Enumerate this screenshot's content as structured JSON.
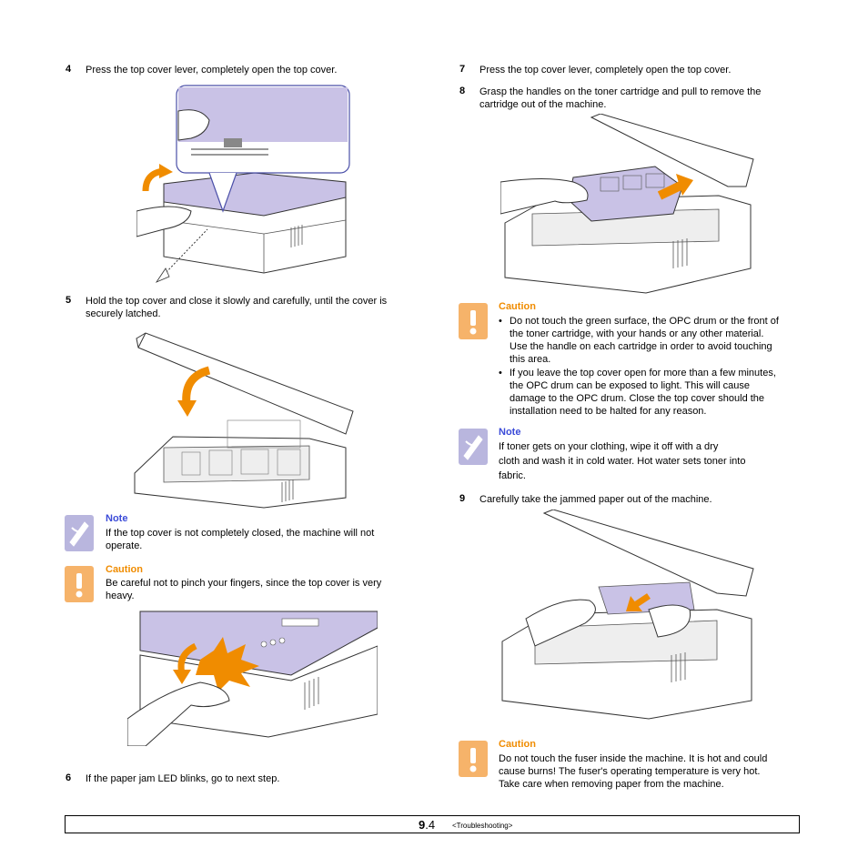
{
  "steps": {
    "s4": {
      "num": "4",
      "text": "Press the top cover lever, completely open the top cover."
    },
    "s5": {
      "num": "5",
      "line1": "Hold the top cover and close it slowly and carefully, until the cover is",
      "line2": "securely latched."
    },
    "s6": {
      "num": "6",
      "text": "If the paper jam LED blinks, go to next step."
    },
    "s7": {
      "num": "7",
      "text": "Press the top cover lever, completely open the top cover."
    },
    "s8": {
      "num": "8",
      "line1": "Grasp the handles on the toner cartridge and pull to remove the",
      "line2": "cartridge out of the machine."
    },
    "s9": {
      "num": "9",
      "text": "Carefully take the jammed paper out of the machine."
    }
  },
  "left_note": {
    "label": "Note",
    "line1": "If the top cover is not completely closed, the machine will not",
    "line2": "operate."
  },
  "left_caution": {
    "label": "Caution",
    "line1": "Be careful not to pinch your fingers, since the top cover is very",
    "line2": "heavy."
  },
  "right_caution1": {
    "label": "Caution",
    "b1": [
      "Do not touch the green surface, the OPC drum or the front of",
      "the toner cartridge, with your hands or any other material.",
      "Use the handle on each cartridge in order to avoid touching",
      "this area."
    ],
    "b2": [
      "If you leave the top cover open for more than a few minutes,",
      "the OPC drum can be exposed to light. This will cause",
      "damage to the OPC drum. Close the top cover should the",
      "installation need to be halted for any reason."
    ]
  },
  "right_note": {
    "label": "Note",
    "line1": "If toner gets on your clothing, wipe it off with a dry",
    "line2": "cloth and wash it in cold water. Hot water sets toner into",
    "line3": "fabric."
  },
  "right_caution2": {
    "label": "Caution",
    "line1": "Do not touch the fuser inside the machine. It is hot and could",
    "line2": "cause burns! The fuser's operating temperature is very hot.",
    "line3": "Take care when removing paper from the machine."
  },
  "footer": {
    "page_major": "9",
    "page_minor": ".4",
    "section": "<Troubleshooting>"
  },
  "colors": {
    "note_label": "#3b4bd8",
    "caution_label": "#f08c00",
    "cover_purple": "#c9c2e6",
    "arrow_orange": "#f08c00"
  }
}
